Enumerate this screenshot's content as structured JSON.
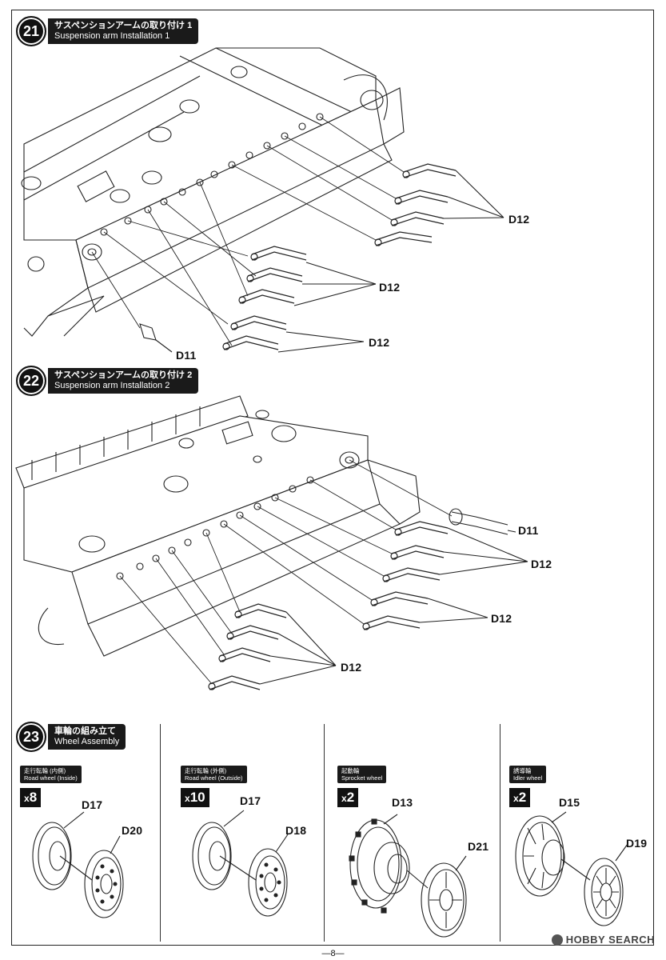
{
  "steps": [
    {
      "number": "21",
      "title_jp": "サスペンションアームの取り付け 1",
      "title_en": "Suspension arm Installation 1"
    },
    {
      "number": "22",
      "title_jp": "サスペンションアームの取り付け 2",
      "title_en": "Suspension arm Installation 2"
    },
    {
      "number": "23",
      "title_jp": "車輪の組み立て",
      "title_en": "Wheel Assembly"
    }
  ],
  "step21_labels": {
    "d12_a": "D12",
    "d12_b": "D12",
    "d12_c": "D12",
    "d11": "D11"
  },
  "step22_labels": {
    "d11": "D11",
    "d12_a": "D12",
    "d12_b": "D12",
    "d12_c": "D12"
  },
  "wheel_panels": [
    {
      "title_jp": "走行転輪 (内側)",
      "title_en": "Road wheel (Inside)",
      "qty": "8",
      "part_a": "D17",
      "part_b": "D20"
    },
    {
      "title_jp": "走行転輪 (外側)",
      "title_en": "Road wheel (Outside)",
      "qty": "10",
      "part_a": "D17",
      "part_b": "D18"
    },
    {
      "title_jp": "起動輪",
      "title_en": "Sprocket wheel",
      "qty": "2",
      "part_a": "D13",
      "part_b": "D21"
    },
    {
      "title_jp": "誘導輪",
      "title_en": "Idler wheel",
      "qty": "2",
      "part_a": "D15",
      "part_b": "D19"
    }
  ],
  "qty_prefix": "x",
  "page_number": "—8—",
  "watermark": "HOBBY SEARCH"
}
